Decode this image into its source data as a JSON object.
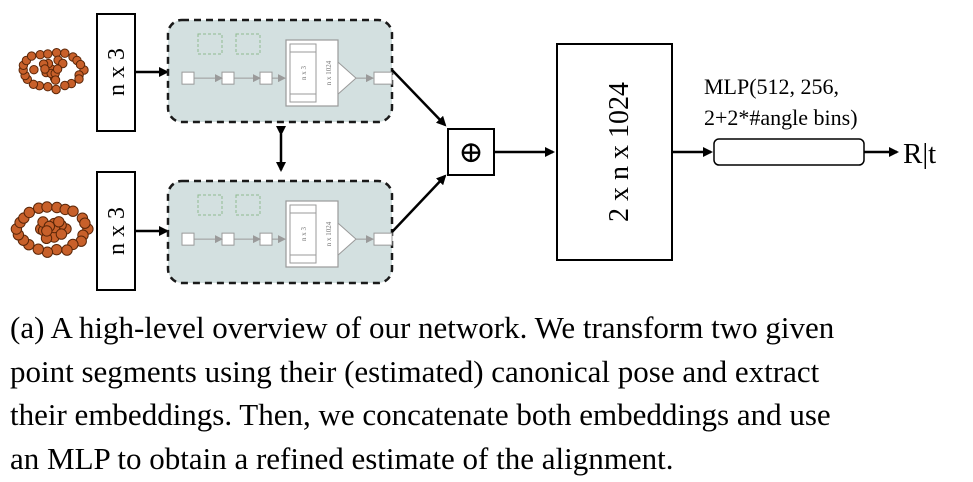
{
  "diagram": {
    "input_top_label": "n x 3",
    "input_bottom_label": "n x 3",
    "encoder_top": {
      "inner_label_a": "n x 3",
      "inner_label_b": "n x 1024"
    },
    "encoder_bottom": {
      "inner_label_a": "n x 3",
      "inner_label_b": "n x 1024"
    },
    "concat_symbol": "⊕",
    "concat_block_label": "2 x n x 1024",
    "mlp_label_line1": "MLP(512, 256,",
    "mlp_label_line2": "2+2*#angle bins)",
    "output_label": "R|t",
    "colors": {
      "point_fill": "#c8602a",
      "point_stroke": "#5a2608",
      "encoder_fill": "#d3e0e0",
      "encoder_stroke": "#1a1a1a",
      "inner_stroke": "#9a9a9a",
      "dashed_inner": "#8fba8f"
    }
  },
  "caption": {
    "lines": [
      "(a) A high-level overview of our network. We transform two given",
      "point segments using their (estimated) canonical pose and extract",
      "their embeddings. Then, we concatenate both embeddings and use",
      "an MLP to obtain a refined estimate of the alignment."
    ]
  }
}
